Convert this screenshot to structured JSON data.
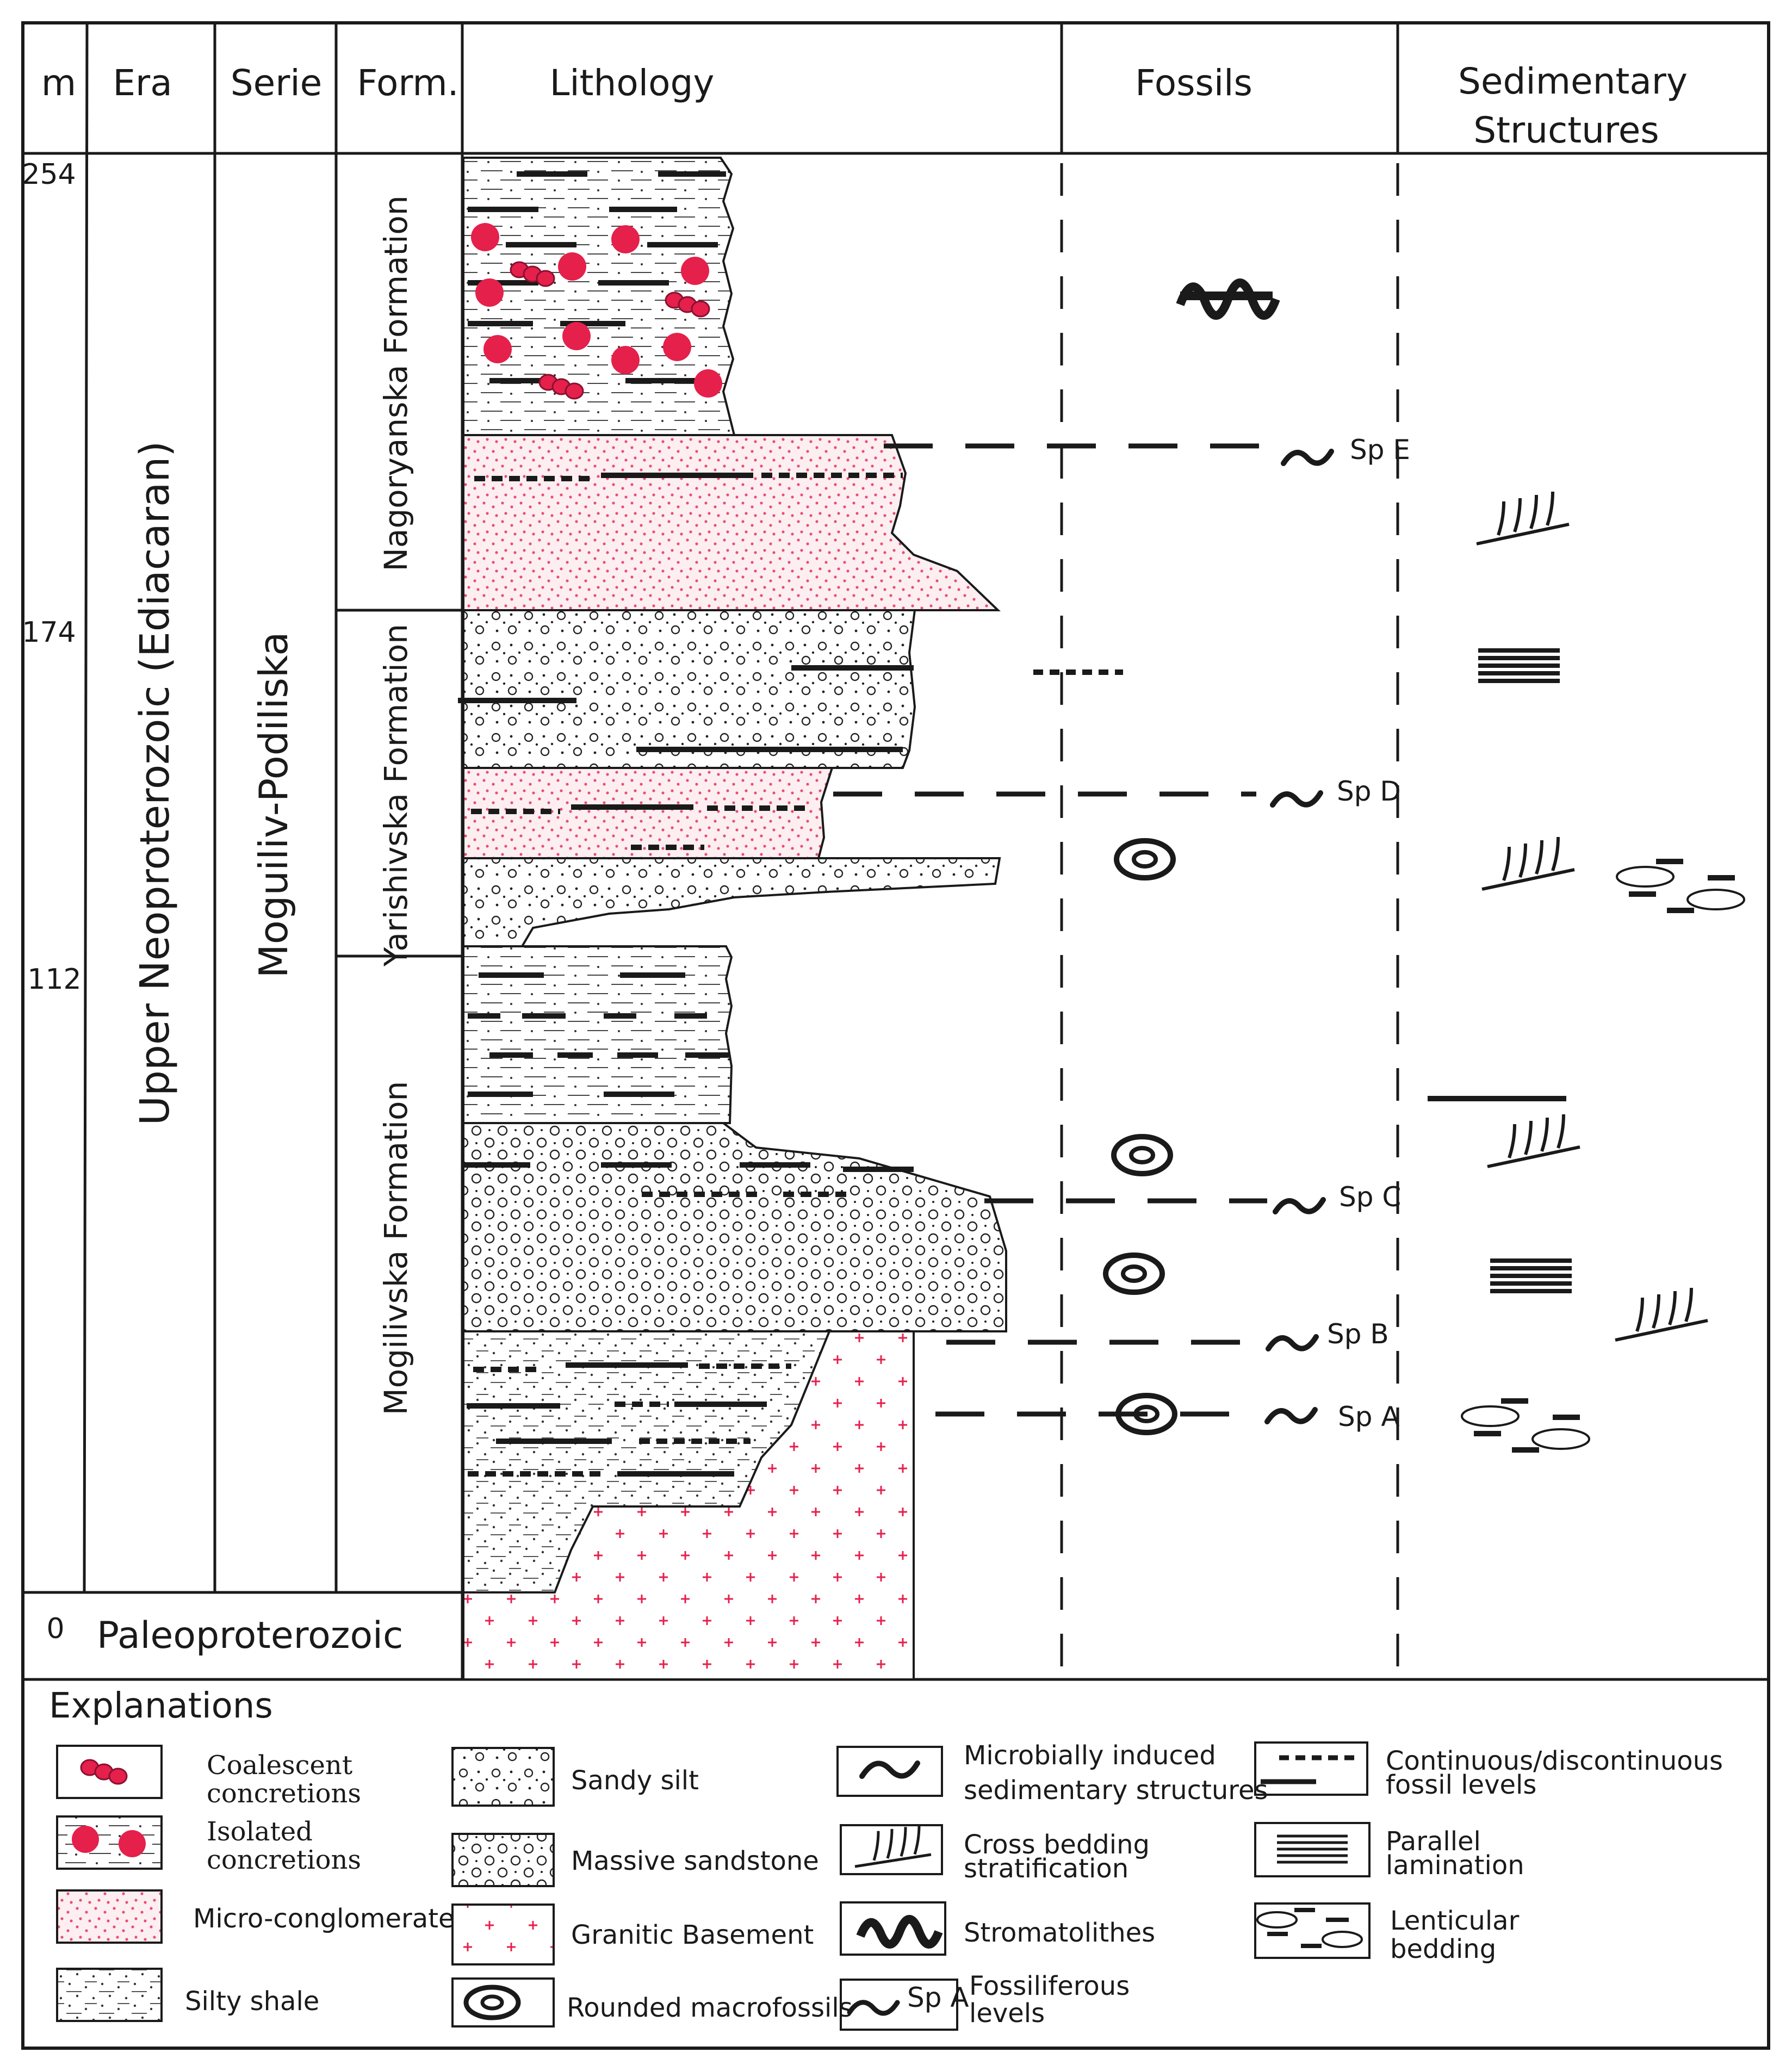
{
  "colors": {
    "pink": "#e5204b",
    "pinkdot": "#e8506e",
    "line": "#1a1a1a"
  },
  "headers": {
    "m": "m",
    "era": "Era",
    "serie": "Serie",
    "form": "Form.",
    "lithology": "Lithology",
    "fossils": "Fossils",
    "sed_line1": "Sedimentary",
    "sed_line2": "Structures"
  },
  "depth_ticks": [
    "254",
    "174",
    "112",
    "0"
  ],
  "era": {
    "upper": "Upper Neoproterozoic (Ediacaran)",
    "paleo": "Paleoproterozoic"
  },
  "serie": "Moguiliv-Podiliska",
  "formations": {
    "nagoryanska": "Nagoryanska Formation",
    "yarishivska": "Yarishivska Formation",
    "mogilivska": "Mogilivska Formation"
  },
  "fossil_levels": {
    "spE": "Sp E",
    "spD": "Sp D",
    "spC": "Sp C",
    "spB": "Sp B",
    "spA": "Sp A"
  },
  "legend": {
    "title": "Explanations",
    "coalescent_1": "Coalescent",
    "coalescent_2": "concretions",
    "isolated_1": "Isolated",
    "isolated_2": "concretions",
    "micro": "Micro-conglomerate",
    "silty": "Silty shale",
    "sandy": "Sandy silt",
    "massive": "Massive sandstone",
    "granitic": "Granitic Basement",
    "rounded": "Rounded macrofossils",
    "mis_1": "Microbially induced",
    "mis_2": "sedimentary structures",
    "cross_1": "Cross bedding",
    "cross_2": "stratification",
    "stromato": "Stromatolithes",
    "fossil_lvl_icon": "Sp A",
    "fossil_lvl_1": "Fossiliferous",
    "fossil_lvl_2": "levels",
    "cont_1": "Continuous/discontinuous",
    "cont_2": "fossil levels",
    "parallel_1": "Parallel",
    "parallel_2": "lamination",
    "lent_1": "Lenticular",
    "lent_2": "bedding"
  }
}
